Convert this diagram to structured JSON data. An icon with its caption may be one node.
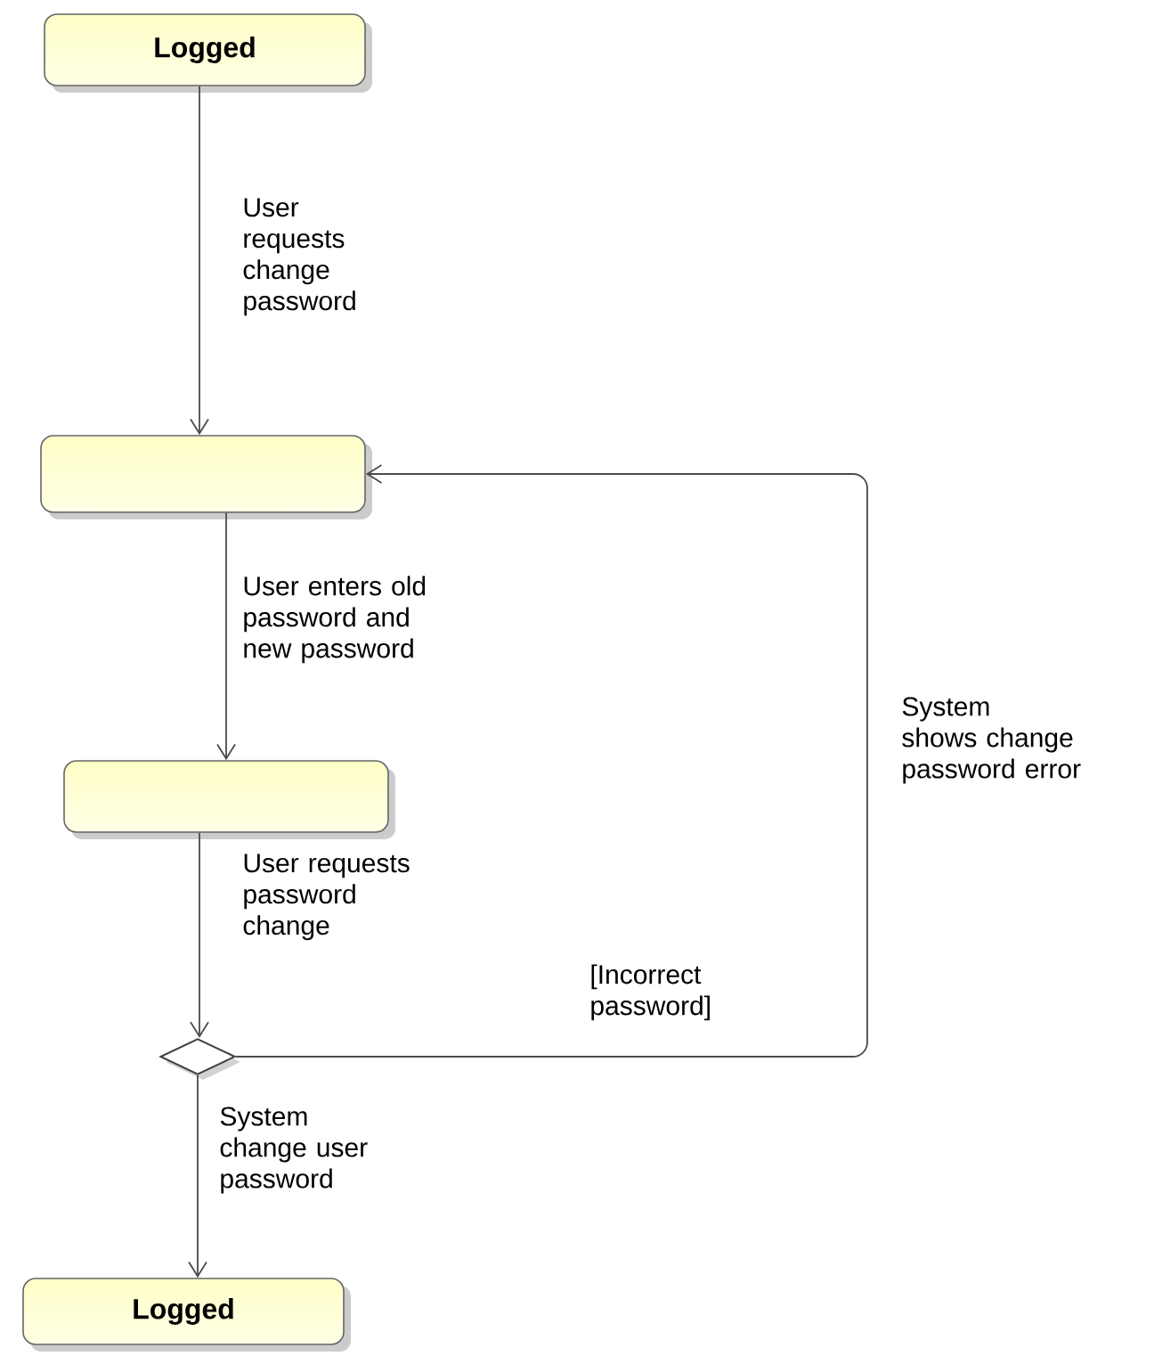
{
  "diagram": {
    "nodes": [
      {
        "text": [
          "Logged"
        ]
      },
      {
        "text": [],
        "shape": "box"
      },
      {
        "text": [],
        "shape": "box"
      },
      {
        "text": [],
        "shape": "diamond"
      },
      {
        "text": [
          "Logged"
        ]
      }
    ],
    "edges": [
      {
        "from": 0,
        "to": 1,
        "arrow": "to",
        "label": "User requests change password"
      },
      {
        "from": 1,
        "to": 2,
        "arrow": "to",
        "label": "User enters old password and new password"
      },
      {
        "from": 2,
        "to": 3,
        "arrow": "to",
        "label": "User requests password change"
      },
      {
        "from": 3,
        "to": 1,
        "arrow": "to",
        "label": "[Incorrect password]"
      },
      {
        "from": 3,
        "to": 4,
        "arrow": "to",
        "label": "System change user password"
      }
    ],
    "labels": [
      "System shows change password error"
    ]
  }
}
